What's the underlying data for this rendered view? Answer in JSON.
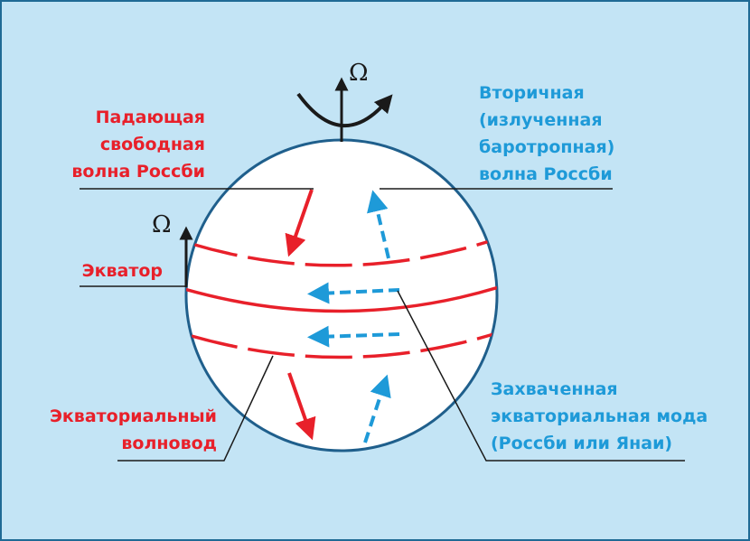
{
  "labels": {
    "falling_wave": "Падающая\nсвободная\nволна Россби",
    "secondary_wave": "Вторичная\n(излученная\nбаротропная)\nволна Россби",
    "equator": "Экватор",
    "equatorial_waveguide": "Экваториальный\nволновод",
    "trapped_mode": "Захваченная\nэкваториальная мода\n(Россби или Янаи)"
  },
  "symbols": {
    "omega_top": "Ω",
    "omega_left": "Ω"
  },
  "colors": {
    "background": "#c3e4f5",
    "border": "#1f6a95",
    "red": "#e8202a",
    "blue": "#1e9ad8",
    "sphere_outline": "#1f5f8c",
    "sphere_fill": "#ffffff",
    "leader_lines": "#1a1a1a"
  },
  "icons": {
    "rotation": "rotation-arrow-icon",
    "axis": "axis-arrow-icon"
  }
}
